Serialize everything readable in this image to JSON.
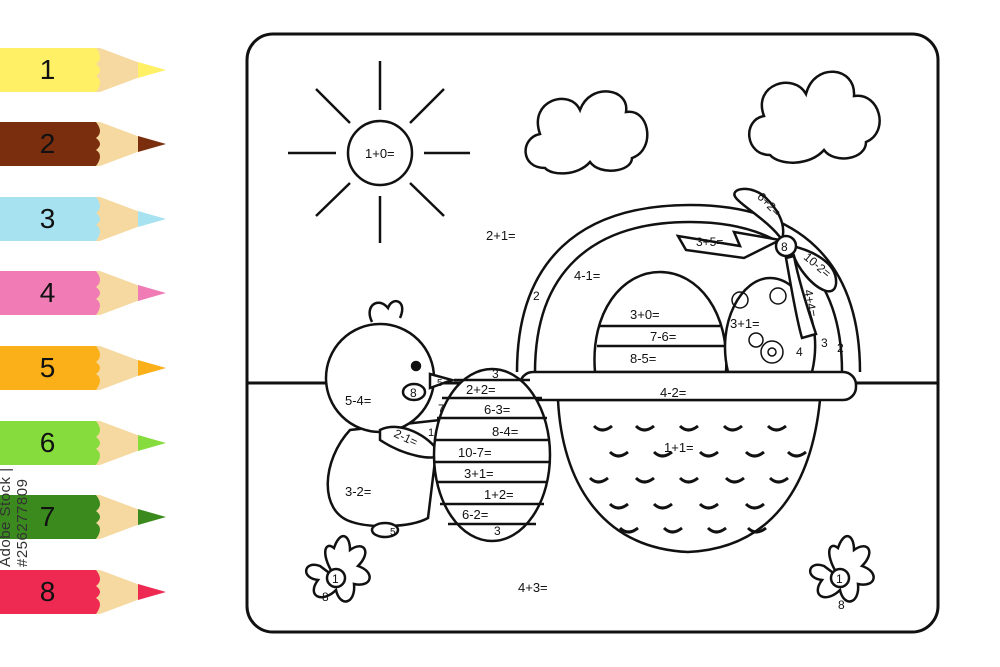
{
  "pencils": [
    {
      "number": "1",
      "color": "#FFF066"
    },
    {
      "number": "2",
      "color": "#7A2E0E"
    },
    {
      "number": "3",
      "color": "#A6E2F0"
    },
    {
      "number": "4",
      "color": "#F07BB5"
    },
    {
      "number": "5",
      "color": "#FBB01A"
    },
    {
      "number": "6",
      "color": "#86DC3C"
    },
    {
      "number": "7",
      "color": "#3A8A1E"
    },
    {
      "number": "8",
      "color": "#EE2A52"
    }
  ],
  "stock_id": "Adobe Stock | #256277809",
  "sun": {
    "equation": "1+0="
  },
  "sky": {
    "equation": "2+1="
  },
  "basket": {
    "handle_equation": "4-1=",
    "handle_left_number": "2",
    "handle_right_numbers": [
      "3",
      "2"
    ],
    "rim_equation": "4-2=",
    "body_equation": "1+1="
  },
  "bow": {
    "top": "6+2=",
    "left": "3+5=",
    "center": "8",
    "right": "10-2=",
    "tail": "4+4="
  },
  "egg_back": {
    "bands": [
      "3+0=",
      "7-6=",
      "8-5="
    ]
  },
  "egg_right": {
    "equation": "3+1=",
    "flower_number": "4"
  },
  "chick": {
    "head": "5-4=",
    "eye": "8",
    "wing": "2-1=",
    "body": "3-2=",
    "foot": "5",
    "beak": "5"
  },
  "egg_front": {
    "top": "3",
    "stripes": [
      "2+2=",
      "6-3=",
      "8-4=",
      "10-7=",
      "3+1=",
      "1+2=",
      "6-2="
    ],
    "bottom": "3",
    "side_numbers": [
      "7",
      "1"
    ]
  },
  "ground": {
    "equation": "4+3="
  },
  "flowers": [
    {
      "center": "1",
      "petal": "8"
    },
    {
      "center": "1",
      "petal": "8"
    }
  ]
}
